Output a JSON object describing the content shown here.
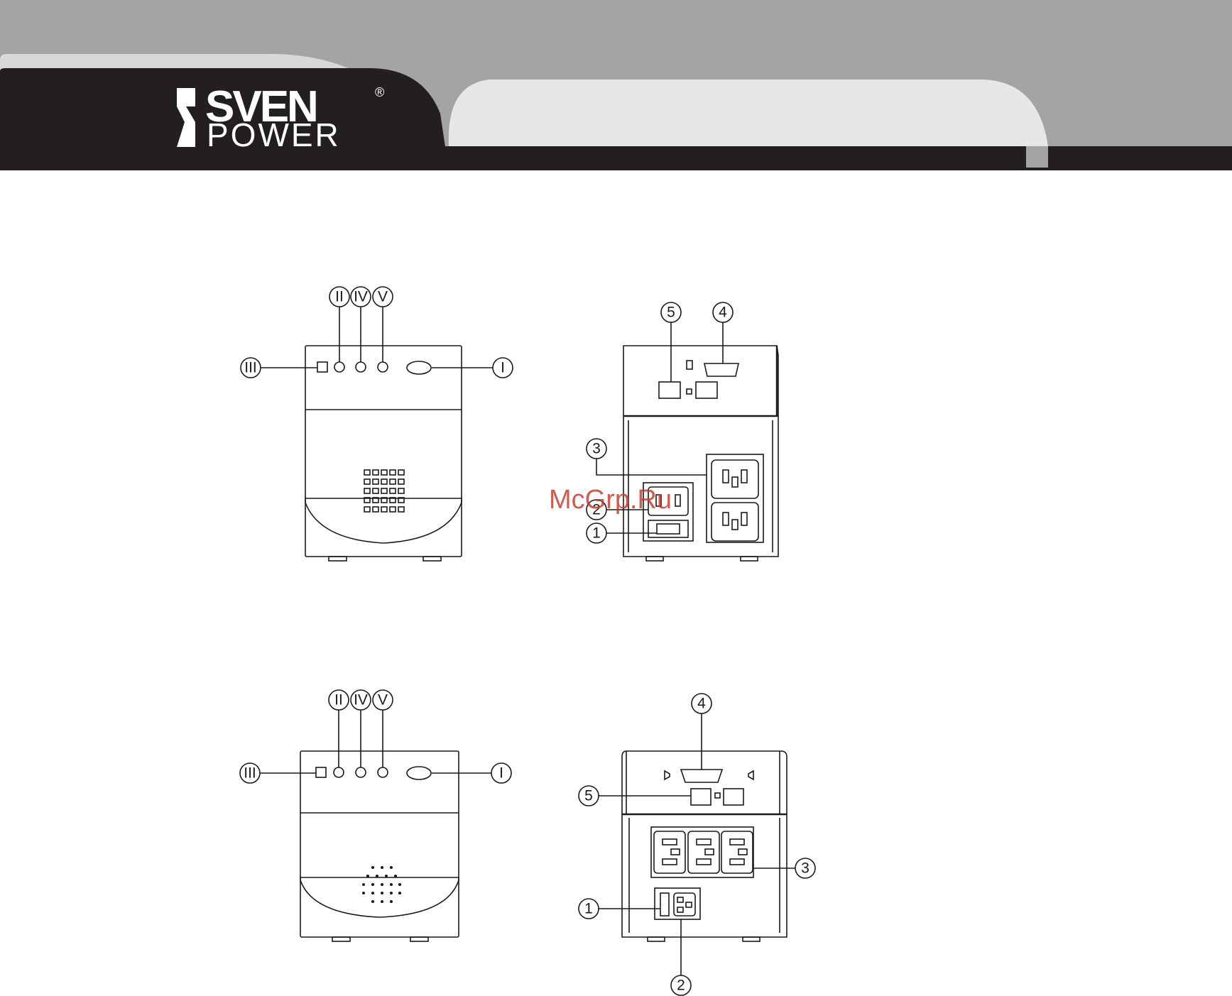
{
  "header": {
    "brand_line1": "SVEN",
    "brand_line2": "POWER",
    "registered_mark": "®",
    "colors": {
      "band_light": "#a5a4a5",
      "band_dark": "#231f20",
      "tab_light": "#e7e7e8"
    }
  },
  "watermark": "McGrp.Ru",
  "diagrams": [
    {
      "front_labels": {
        "I": "I",
        "II": "II",
        "III": "III",
        "IV": "IV",
        "V": "V"
      },
      "rear_labels": {
        "one": "1",
        "two": "2",
        "three": "3",
        "four": "4",
        "five": "5"
      }
    },
    {
      "front_labels": {
        "I": "I",
        "II": "II",
        "III": "III",
        "IV": "IV",
        "V": "V"
      },
      "rear_labels": {
        "one": "1",
        "two": "2",
        "three": "3",
        "four": "4",
        "five": "5"
      }
    }
  ]
}
